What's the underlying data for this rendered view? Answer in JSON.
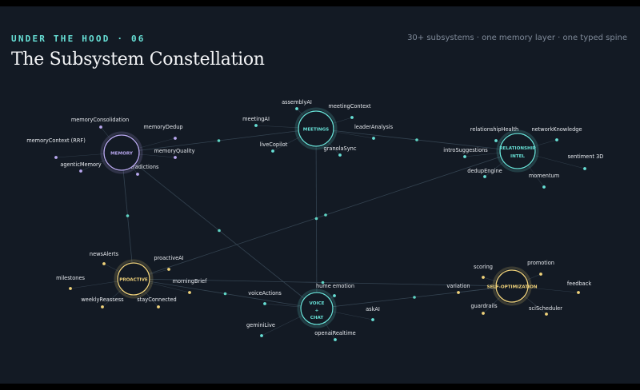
{
  "header": {
    "eyebrow": "UNDER THE HOOD · 06",
    "title": "The Subsystem Constellation",
    "tagline": "30+ subsystems · one memory layer · one typed spine"
  },
  "colors": {
    "background": "#131a24",
    "edge": "#3a4a58",
    "junction": "#5fd4c4",
    "memory": "#b9a8f0",
    "meetings": "#67e0d6",
    "relationship": "#67e0d6",
    "proactive": "#f0d27a",
    "voice": "#67e0d6",
    "self_optimization": "#f0d27a"
  },
  "hubs": [
    {
      "id": "memory",
      "label": "MEMORY",
      "color_key": "memory",
      "satellites": [
        "memoryConsolidation",
        "memoryDedup",
        "memoryContext (RRF)",
        "memoryQuality",
        "agenticMemory",
        "contradictions"
      ]
    },
    {
      "id": "meetings",
      "label": "MEETINGS",
      "color_key": "meetings",
      "satellites": [
        "assemblyAI",
        "meetingContext",
        "meetingAI",
        "leaderAnalysis",
        "liveCopilot",
        "granolaSync"
      ]
    },
    {
      "id": "relationship",
      "label": "RELATIONSHIP INTEL",
      "color_key": "relationship",
      "satellites": [
        "relationshipHealth",
        "networkKnowledge",
        "introSuggestions",
        "sentiment 3D",
        "dedupEngine",
        "momentum"
      ]
    },
    {
      "id": "proactive",
      "label": "PROACTIVE",
      "color_key": "proactive",
      "satellites": [
        "newsAlerts",
        "proactiveAI",
        "milestones",
        "morningBrief",
        "weeklyReassess",
        "stayConnected"
      ]
    },
    {
      "id": "voice",
      "label": "VOICE + CHAT",
      "color_key": "voice",
      "satellites": [
        "voiceActions",
        "hume emotion",
        "askAI",
        "geminiLive",
        "openaiRealtime"
      ]
    },
    {
      "id": "selfopt",
      "label": "SELF-OPTIMIZATION",
      "color_key": "self_optimization",
      "satellites": [
        "scoring",
        "promotion",
        "variation",
        "feedback",
        "guardrails",
        "sciScheduler"
      ]
    }
  ],
  "links": [
    [
      "memory",
      "meetings"
    ],
    [
      "memory",
      "proactive"
    ],
    [
      "memory",
      "voice"
    ],
    [
      "meetings",
      "relationship"
    ],
    [
      "meetings",
      "voice"
    ],
    [
      "proactive",
      "relationship"
    ],
    [
      "proactive",
      "voice"
    ],
    [
      "proactive",
      "selfopt"
    ],
    [
      "voice",
      "selfopt"
    ]
  ]
}
